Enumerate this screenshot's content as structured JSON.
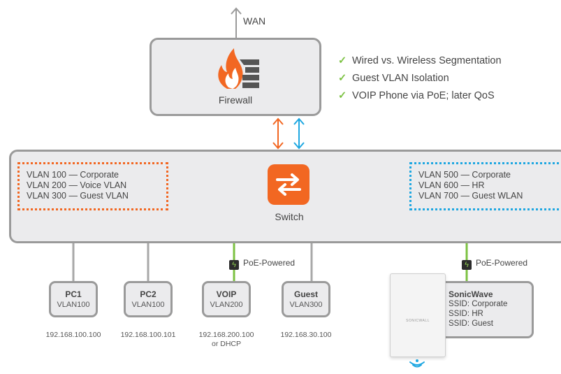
{
  "wan": {
    "label": "WAN"
  },
  "firewall": {
    "label": "Firewall",
    "icon": "firewall-flame-icon"
  },
  "features": [
    "Wired vs. Wireless Segmentation",
    "Guest VLAN Isolation",
    "VOIP Phone via PoE; later QoS"
  ],
  "switch": {
    "label": "Switch",
    "icon": "switch-arrows-icon"
  },
  "wired_vlans": [
    "VLAN 100 — Corporate",
    "VLAN 200 — Voice VLAN",
    "VLAN 300 — Guest VLAN"
  ],
  "wireless_vlans": [
    "VLAN 500 — Corporate",
    "VLAN 600 — HR",
    "VLAN 700 — Guest WLAN"
  ],
  "poe_label": "PoE-Powered",
  "devices": [
    {
      "name": "PC1",
      "vlan": "VLAN100",
      "ip": "192.168.100.100",
      "ip2": ""
    },
    {
      "name": "PC2",
      "vlan": "VLAN100",
      "ip": "192.168.100.101",
      "ip2": ""
    },
    {
      "name": "VOIP",
      "vlan": "VLAN200",
      "ip": "192.168.200.100",
      "ip2": "or DHCP"
    },
    {
      "name": "Guest",
      "vlan": "VLAN300",
      "ip": "192.168.30.100",
      "ip2": ""
    }
  ],
  "sonicwave": {
    "name": "SonicWave",
    "ssids": [
      "SSID: Corporate",
      "SSID: HR",
      "SSID: Guest"
    ],
    "logo_text": "SONICWALL"
  },
  "colors": {
    "orange": "#f26722",
    "blue": "#1ea7e1",
    "green": "#7cc242",
    "gray": "#9a9a9a"
  }
}
